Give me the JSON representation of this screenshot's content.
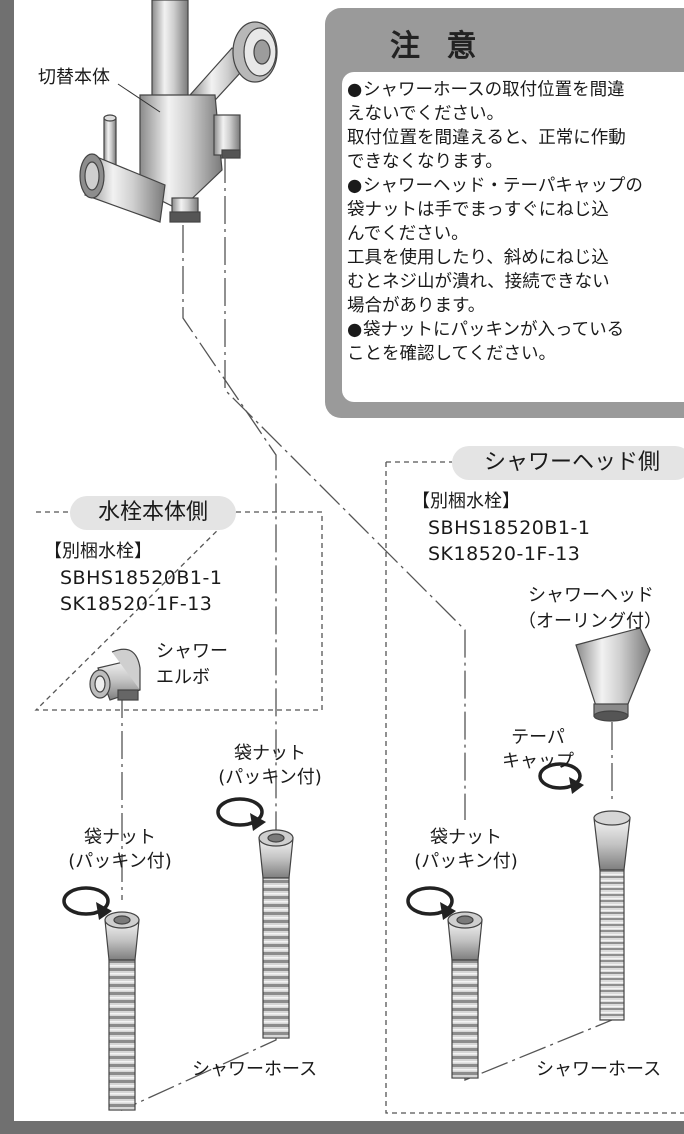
{
  "caution": {
    "title": "注 意",
    "bullet": "●",
    "items": [
      {
        "lines": [
          "シャワーホースの取付位置を間違",
          "えないでください。",
          "取付位置を間違えると、正常に作動",
          "できなくなります。"
        ]
      },
      {
        "lines": [
          "シャワーヘッド・テーパキャップの",
          "袋ナットは手でまっすぐにねじ込",
          "んでください。",
          "工具を使用したり、斜めにねじ込",
          "むとネジ山が潰れ、接続できない",
          "場合があります。"
        ]
      },
      {
        "lines": [
          "袋ナットにパッキンが入っている",
          "ことを確認してください。"
        ]
      }
    ]
  },
  "labels": {
    "diverter_body": "切替本体"
  },
  "left_group": {
    "title": "水栓本体側",
    "separate_faucet": "【別梱水栓】",
    "models": [
      "SBHS18520B1-1",
      "SK18520-1F-13"
    ],
    "elbow_label": [
      "シャワー",
      "エルボ"
    ]
  },
  "center_nut": {
    "lines": [
      "袋ナット",
      "(パッキン付)"
    ]
  },
  "left_nut": {
    "lines": [
      "袋ナット",
      "(パッキン付)"
    ]
  },
  "right_nut": {
    "lines": [
      "袋ナット",
      "(パッキン付)"
    ]
  },
  "right_group": {
    "title": "シャワーヘッド側",
    "separate_faucet": "【別梱水栓】",
    "models": [
      "SBHS18520B1-1",
      "SK18520-1F-13"
    ],
    "shower_head": [
      "シャワーヘッド",
      "（オーリング付）"
    ],
    "taper_cap": [
      "テーパ",
      "キャップ"
    ]
  },
  "hose_label": "シャワーホース",
  "colors": {
    "caution_frame": "#9a9a9a",
    "pill_bg": "#e4e4e4",
    "margin_bar": "#707070"
  },
  "icons": [
    "warning-triangle-icon",
    "rotate-arrow-icon"
  ]
}
